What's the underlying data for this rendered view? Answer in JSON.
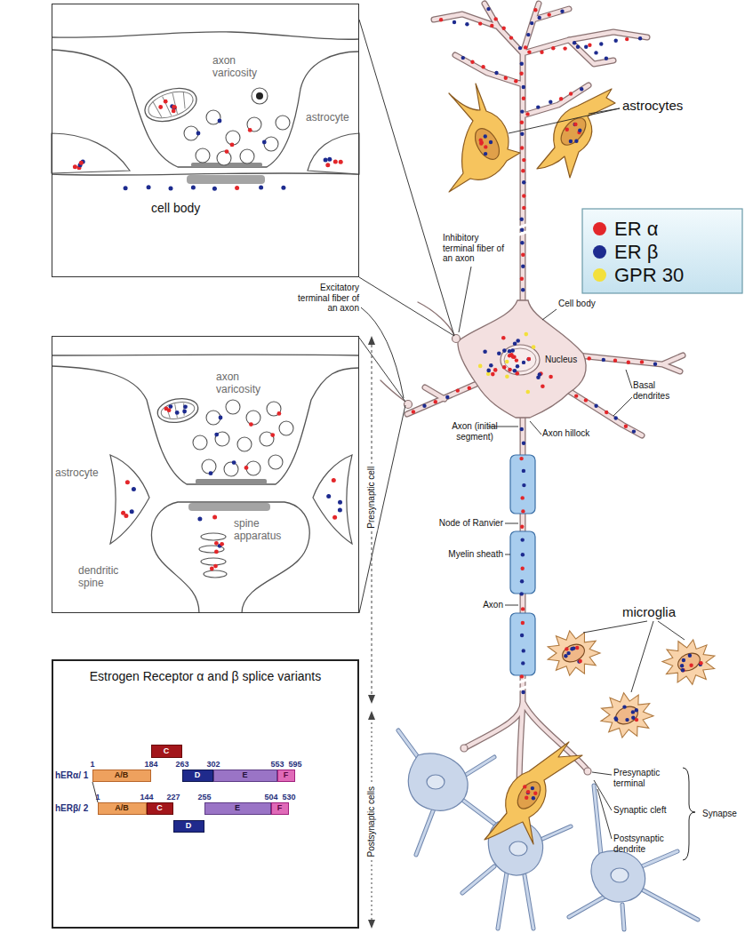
{
  "diagram": {
    "nodes": [
      {
        "text": [
          "axon varicosity",
          "astrocyte",
          "cell body"
        ]
      },
      {
        "text": [
          "axon varicosity",
          "astrocyte",
          "spine apparatus",
          "dendritic spine"
        ]
      },
      {
        "text": [
          "Estrogen Receptor α and β splice variants"
        ]
      },
      {
        "text": [
          "C"
        ],
        "in": 2
      },
      {
        "text": [
          "A/B"
        ],
        "in": 2
      },
      {
        "text": [
          "D"
        ],
        "in": 2
      },
      {
        "text": [
          "E"
        ],
        "in": 2
      },
      {
        "text": [
          "F"
        ],
        "in": 2
      },
      {
        "text": [
          "A/B"
        ],
        "in": 2
      },
      {
        "text": [
          "C"
        ],
        "in": 2
      },
      {
        "text": [
          "E"
        ],
        "in": 2
      },
      {
        "text": [
          "F"
        ],
        "in": 2
      },
      {
        "text": [
          "D"
        ],
        "in": 2
      }
    ],
    "labels": [
      "astrocytes",
      "Inhibitory terminal fiber of an axon",
      "Cell body",
      "Excitatory terminal fiber of an axon",
      "Nucleus",
      "Basal dendrites",
      "Axon (initial segment)",
      "Axon hillock",
      "Node of Ranvier",
      "Myelin sheath",
      "Axon",
      "microglia",
      "Presynaptic cell",
      "Postsynaptic cells",
      "Presynaptic terminal",
      "Synaptic cleft",
      "Postsynaptic dendrite",
      "Synapse",
      "1",
      "184",
      "263",
      "302",
      "553",
      "595",
      "hERα/ 1",
      "hERβ/ 2",
      "1",
      "144",
      "227",
      "255",
      "504",
      "530"
    ],
    "legend": [
      {
        "text": "ER α",
        "color": "#e3262a"
      },
      {
        "text": "ER β",
        "color": "#1d2b8f"
      },
      {
        "text": "GPR 30",
        "color": "#f3e03b"
      }
    ]
  }
}
